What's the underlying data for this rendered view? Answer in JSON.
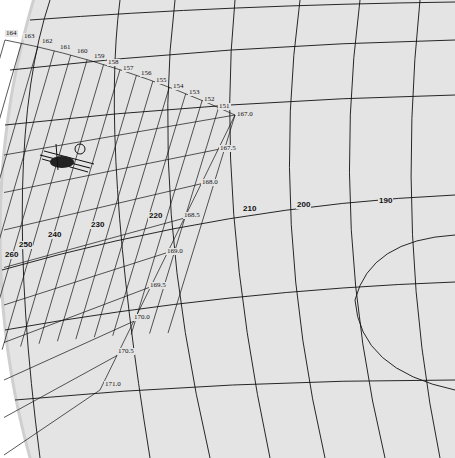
{
  "diagram": {
    "labels": [
      "164",
      "163",
      "162",
      "161",
      "160",
      "159",
      "158",
      "157",
      "156",
      "155",
      "154",
      "153",
      "152",
      "151",
      "167.0",
      "167.5",
      "168.0",
      "168.5",
      "169.0",
      "169.5",
      "170.0",
      "170.5",
      "171.0",
      "190",
      "200",
      "210",
      "220",
      "230",
      "240",
      "250",
      "260"
    ]
  }
}
